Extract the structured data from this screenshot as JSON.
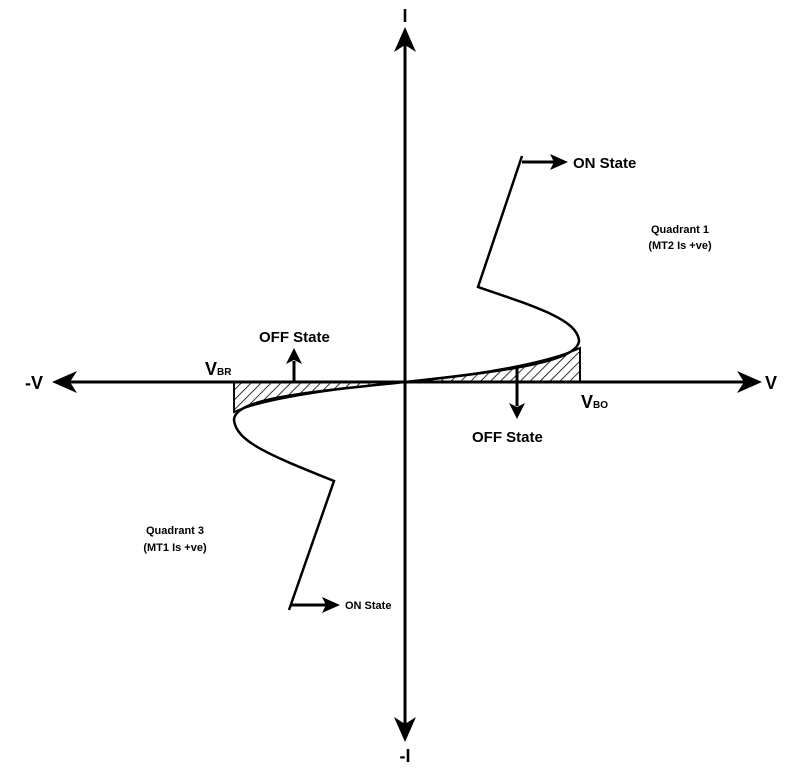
{
  "axes": {
    "y_positive": "I",
    "y_negative": "-I",
    "x_positive": "V",
    "x_negative": "-V"
  },
  "vbr": {
    "main": "V",
    "sub": "BR"
  },
  "vbo": {
    "main": "V",
    "sub": "BO"
  },
  "labels": {
    "off_state_q1": "OFF State",
    "off_state_q3": "OFF State",
    "on_state_q1": "ON State",
    "on_state_q3": "ON State"
  },
  "quadrant1": {
    "title": "Quadrant 1",
    "note": "(MT2 Is +ve)"
  },
  "quadrant3": {
    "title": "Quadrant 3",
    "note": "(MT1 Is +ve)"
  },
  "colors": {
    "stroke": "#000000",
    "background": "#ffffff"
  }
}
